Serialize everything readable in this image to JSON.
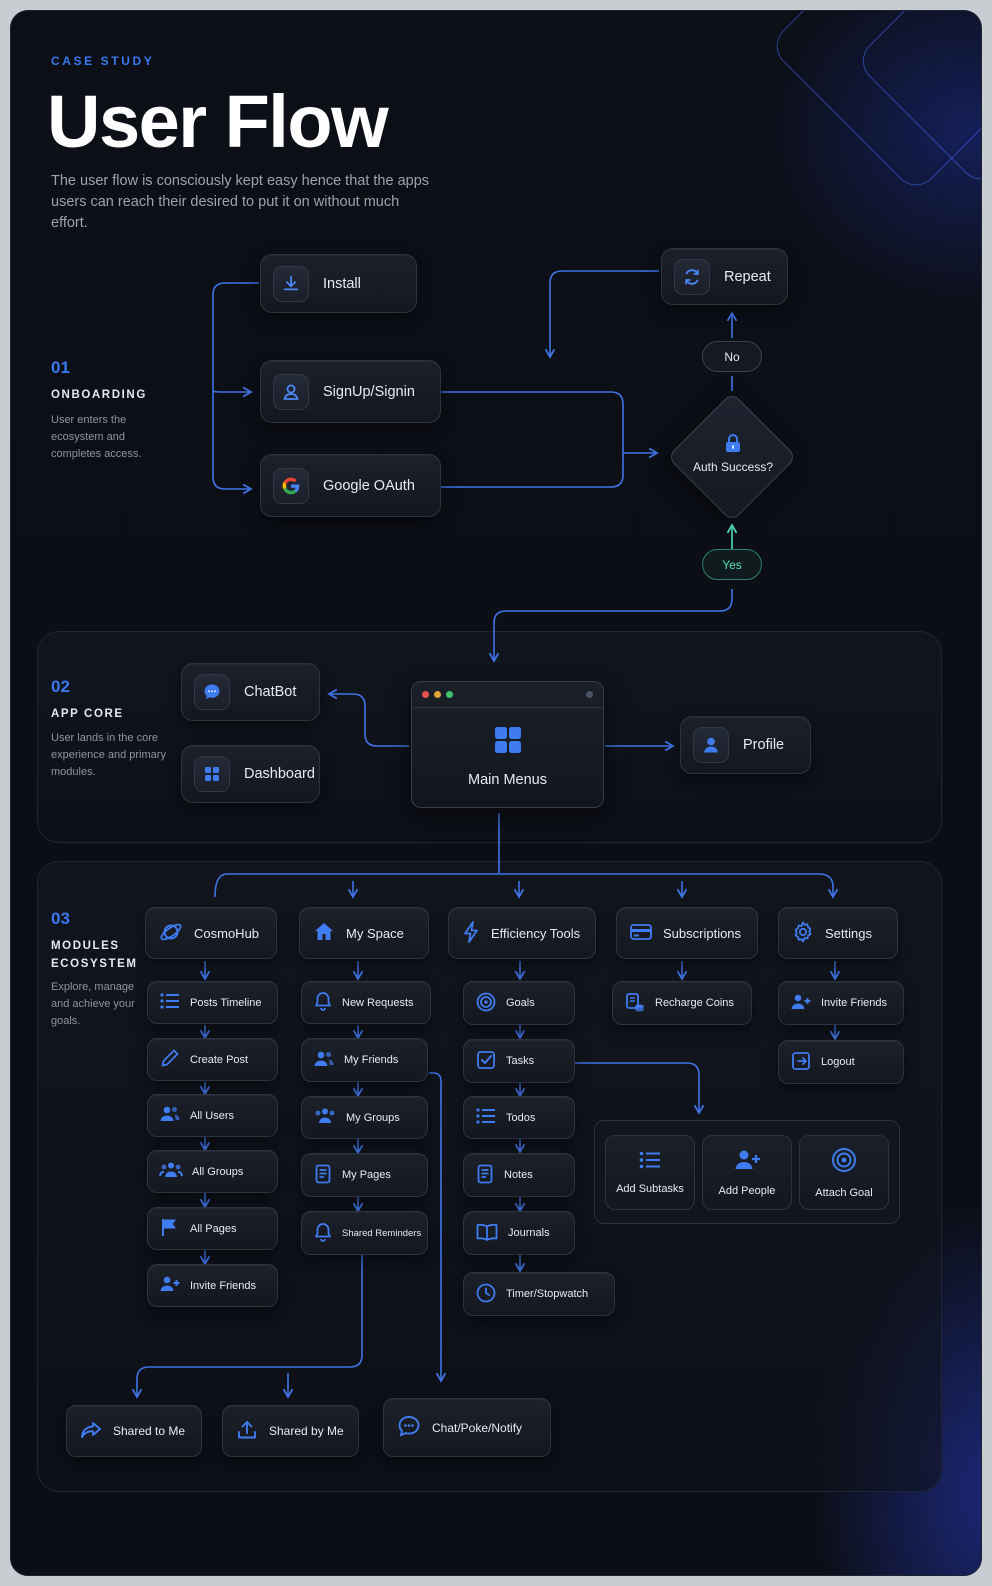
{
  "header": {
    "eyebrow": "CASE STUDY",
    "title": "User Flow",
    "intro": "The user flow is consciously kept easy hence that the apps users can reach their desired to put it on without much effort."
  },
  "sections": {
    "onboarding": {
      "num": "01",
      "name": "ONBOARDING",
      "desc": "User enters the ecosystem and completes access."
    },
    "app_core": {
      "num": "02",
      "name": "APP CORE",
      "desc": "User lands in the core experience and primary modules."
    },
    "modules": {
      "num": "03",
      "name": "MODULES ECOSYSTEM",
      "desc": "Explore, manage and achieve your goals."
    }
  },
  "onboarding": {
    "install": "Install",
    "signup": "SignUp/Signin",
    "google": "Google OAuth",
    "repeat": "Repeat",
    "no": "No",
    "auth": "Auth Success?",
    "yes": "Yes"
  },
  "core": {
    "chatbot": "ChatBot",
    "dashboard": "Dashboard",
    "main_menus": "Main Menus",
    "profile": "Profile"
  },
  "modules": {
    "cosmohub": {
      "label": "CosmoHub",
      "items": [
        "Posts Timeline",
        "Create Post",
        "All Users",
        "All Groups",
        "All Pages",
        "Invite Friends"
      ]
    },
    "myspace": {
      "label": "My Space",
      "items": [
        "New Requests",
        "My Friends",
        "My Groups",
        "My Pages",
        "Shared Reminders"
      ]
    },
    "efficiency": {
      "label": "Efficiency Tools",
      "items": [
        "Goals",
        "Tasks",
        "Todos",
        "Notes",
        "Journals",
        "Timer/Stopwatch"
      ]
    },
    "subscriptions": {
      "label": "Subscriptions",
      "items": [
        "Recharge Coins"
      ]
    },
    "settings": {
      "label": "Settings",
      "items": [
        "Invite Friends",
        "Logout"
      ]
    },
    "task_actions": [
      "Add Subtasks",
      "Add People",
      "Attach Goal"
    ],
    "shared": {
      "to_me": "Shared to Me",
      "by_me": "Shared by Me",
      "chat": "Chat/Poke/Notify"
    }
  },
  "colors": {
    "accent": "#3a78f0",
    "line": "#3f74e6",
    "yes": "#55e0c2",
    "background": "#0b0e14"
  },
  "icons": [
    "download-icon",
    "user-icon",
    "google-icon",
    "refresh-icon",
    "lock-icon",
    "chat-bubble-icon",
    "grid-icon",
    "planet-icon",
    "home-icon",
    "bolt-icon",
    "card-icon",
    "gear-icon",
    "list-icon",
    "pencil-icon",
    "users-icon",
    "flag-icon",
    "user-plus-icon",
    "bell-icon",
    "page-icon",
    "target-icon",
    "checkbox-icon",
    "note-icon",
    "book-icon",
    "clock-icon",
    "coins-icon",
    "logout-icon",
    "share-icon",
    "upload-icon"
  ]
}
